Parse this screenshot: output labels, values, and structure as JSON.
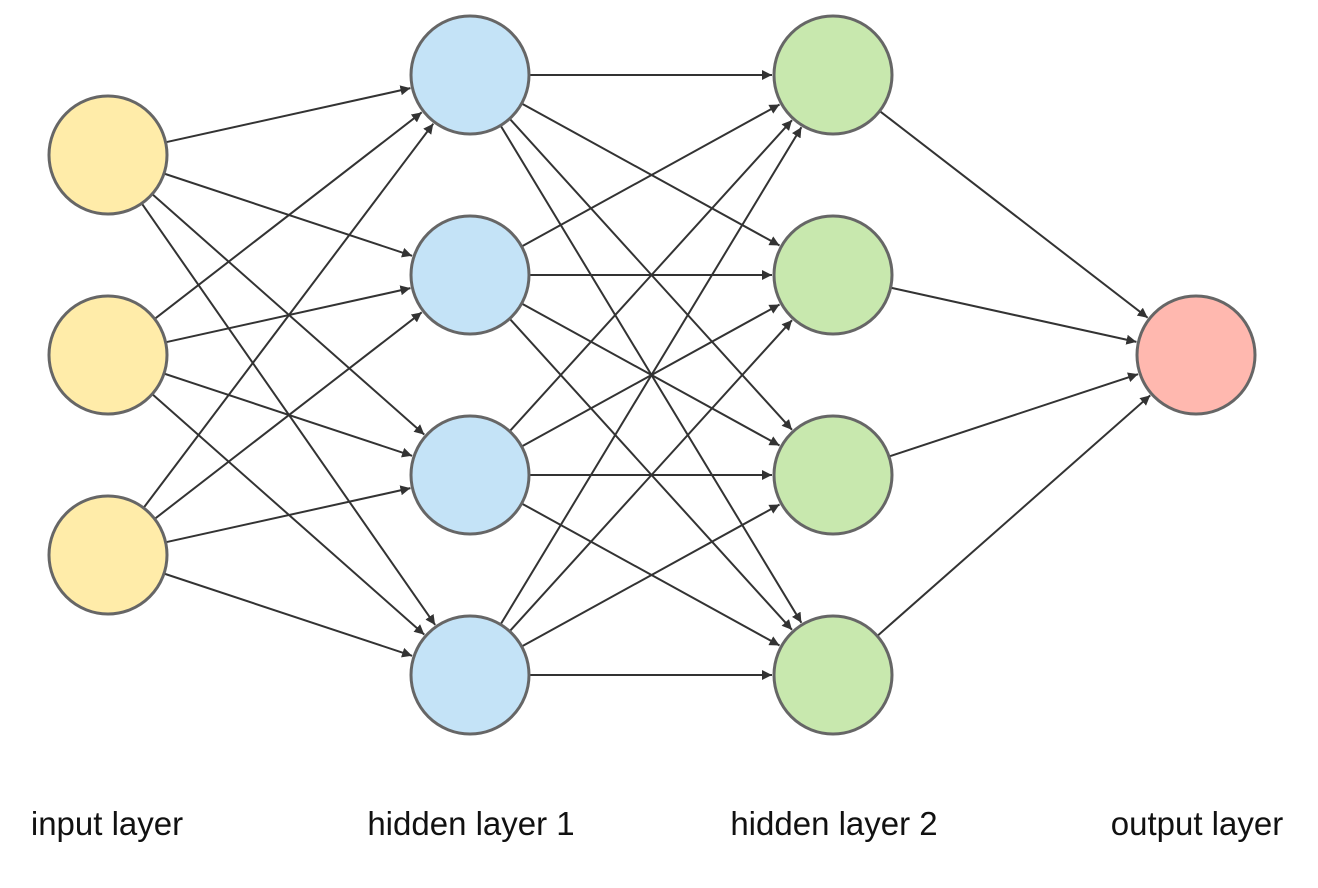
{
  "layers": [
    {
      "label": "input layer",
      "nodes": 3,
      "fill": "#FFECA9"
    },
    {
      "label": "hidden layer 1",
      "nodes": 4,
      "fill": "#C4E3F7"
    },
    {
      "label": "hidden layer 2",
      "nodes": 4,
      "fill": "#C8E8AE"
    },
    {
      "label": "output layer",
      "nodes": 1,
      "fill": "#FFB8AF"
    }
  ],
  "colors": {
    "node_stroke": "#666666",
    "edge": "#333333",
    "background": "#FFFFFF"
  }
}
